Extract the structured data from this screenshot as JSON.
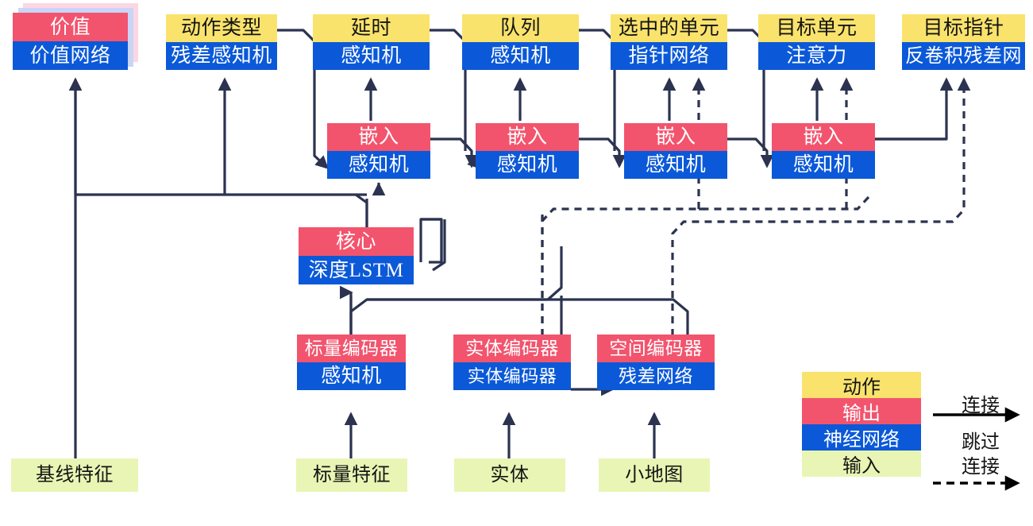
{
  "diagram": {
    "title": "AlphaStar-style agent architecture diagram (Chinese labels)",
    "colors": {
      "action": "#f9e36c",
      "output": "#f2546e",
      "network": "#0b59d8",
      "input": "#e9f5b4",
      "edge": "#2b3350",
      "legend_arrow": "#000000"
    },
    "nodes": {
      "value": {
        "top": "价值",
        "bottom": "价值网络"
      },
      "action_type": {
        "top": "动作类型",
        "bottom": "残差感知机"
      },
      "delay": {
        "top": "延时",
        "bottom": "感知机"
      },
      "queue": {
        "top": "队列",
        "bottom": "感知机"
      },
      "selected": {
        "top": "选中的单元",
        "bottom": "指针网络"
      },
      "target_unit": {
        "top": "目标单元",
        "bottom": "注意力"
      },
      "target_point": {
        "top": "目标指针",
        "bottom": "反卷积残差网"
      },
      "embed1": {
        "top": "嵌入",
        "bottom": "感知机"
      },
      "embed2": {
        "top": "嵌入",
        "bottom": "感知机"
      },
      "embed3": {
        "top": "嵌入",
        "bottom": "感知机"
      },
      "embed4": {
        "top": "嵌入",
        "bottom": "感知机"
      },
      "core": {
        "top": "核心",
        "bottom": "深度LSTM"
      },
      "scalar_enc": {
        "top": "标量编码器",
        "bottom": "感知机"
      },
      "entity_enc": {
        "top": "实体编码器",
        "bottom": "实体编码器"
      },
      "spatial_enc": {
        "top": "空间编码器",
        "bottom": "残差网络"
      },
      "baseline_feat": {
        "label": "基线特征"
      },
      "scalar_feat": {
        "label": "标量特征"
      },
      "entities": {
        "label": "实体"
      },
      "minimap": {
        "label": "小地图"
      }
    },
    "legend": {
      "swatches": [
        {
          "key": "action",
          "label": "动作"
        },
        {
          "key": "output",
          "label": "输出"
        },
        {
          "key": "network",
          "label": "神经网络"
        },
        {
          "key": "input",
          "label": "输入"
        }
      ],
      "arrows": [
        {
          "key": "solid",
          "label": "连接",
          "style": "solid"
        },
        {
          "key": "dashed",
          "label1": "跳过",
          "label2": "连接",
          "style": "dashed"
        }
      ]
    }
  }
}
